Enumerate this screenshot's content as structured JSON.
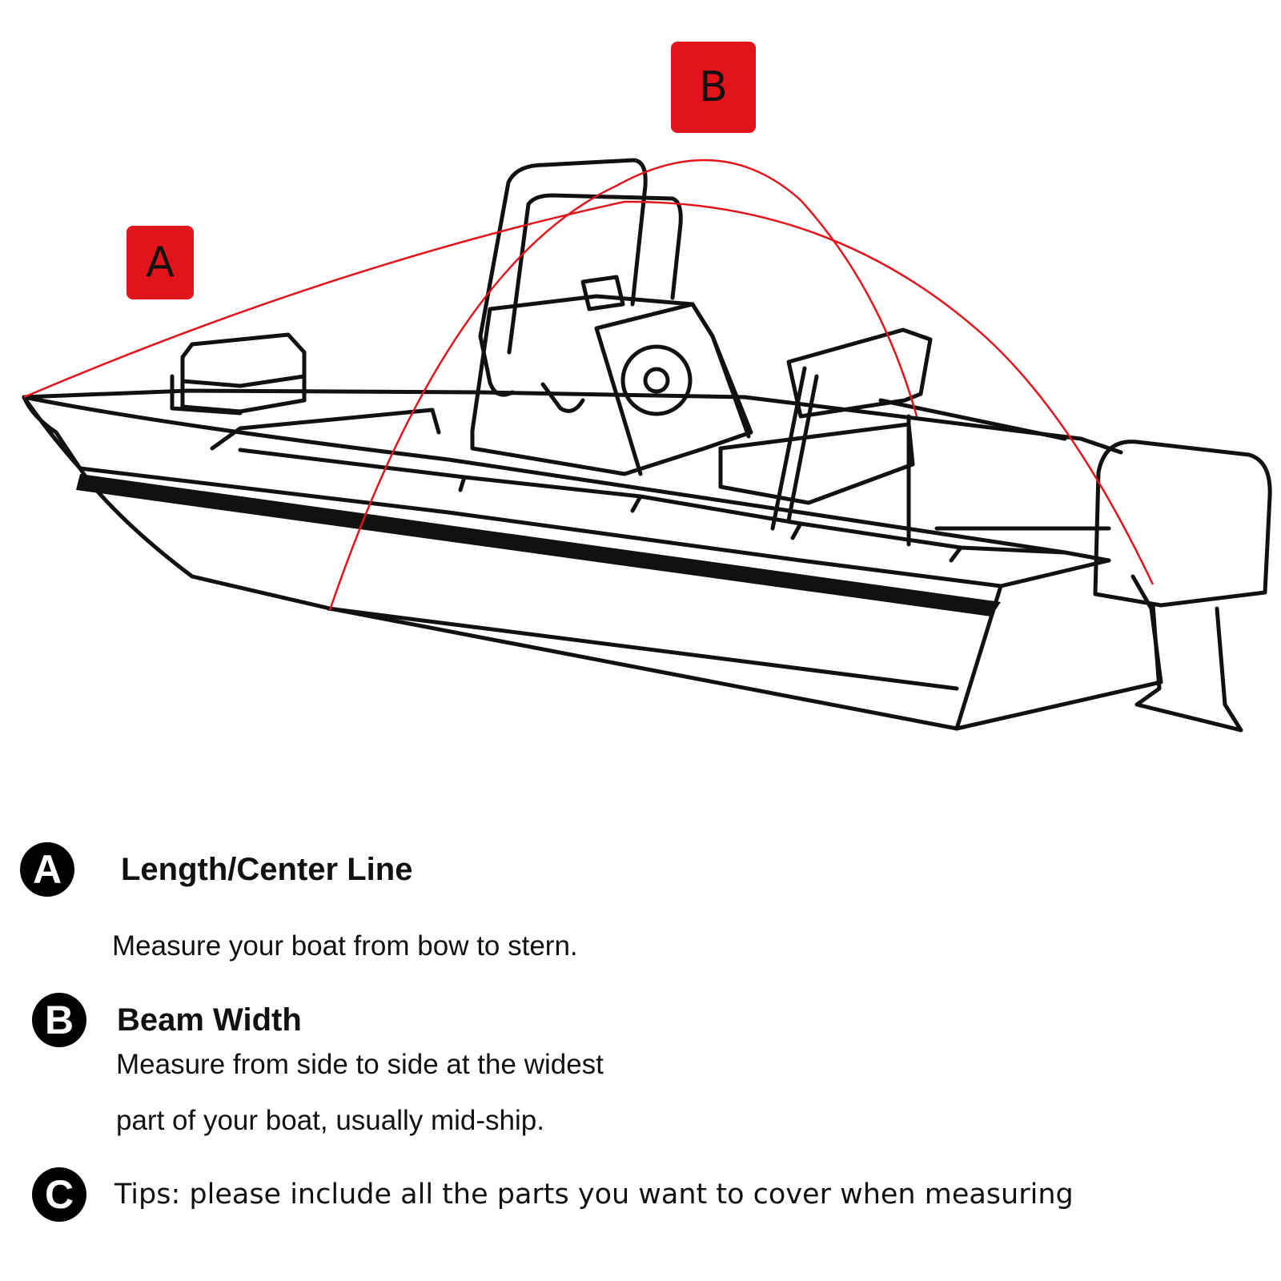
{
  "diagram": {
    "tag_a": "A",
    "tag_b": "B",
    "measure_color": "#e3131b",
    "outline_color": "#111111"
  },
  "legend": {
    "a": {
      "badge": "A",
      "heading": "Length/Center Line",
      "desc": "Measure your boat from bow to stern."
    },
    "b": {
      "badge": "B",
      "heading": "Beam Width",
      "desc_line1": "Measure from side to side at the widest",
      "desc_line2": "part of your boat, usually mid-ship."
    },
    "c": {
      "badge": "C",
      "text": "Tips: please include all the parts you want to cover when measuring"
    }
  }
}
